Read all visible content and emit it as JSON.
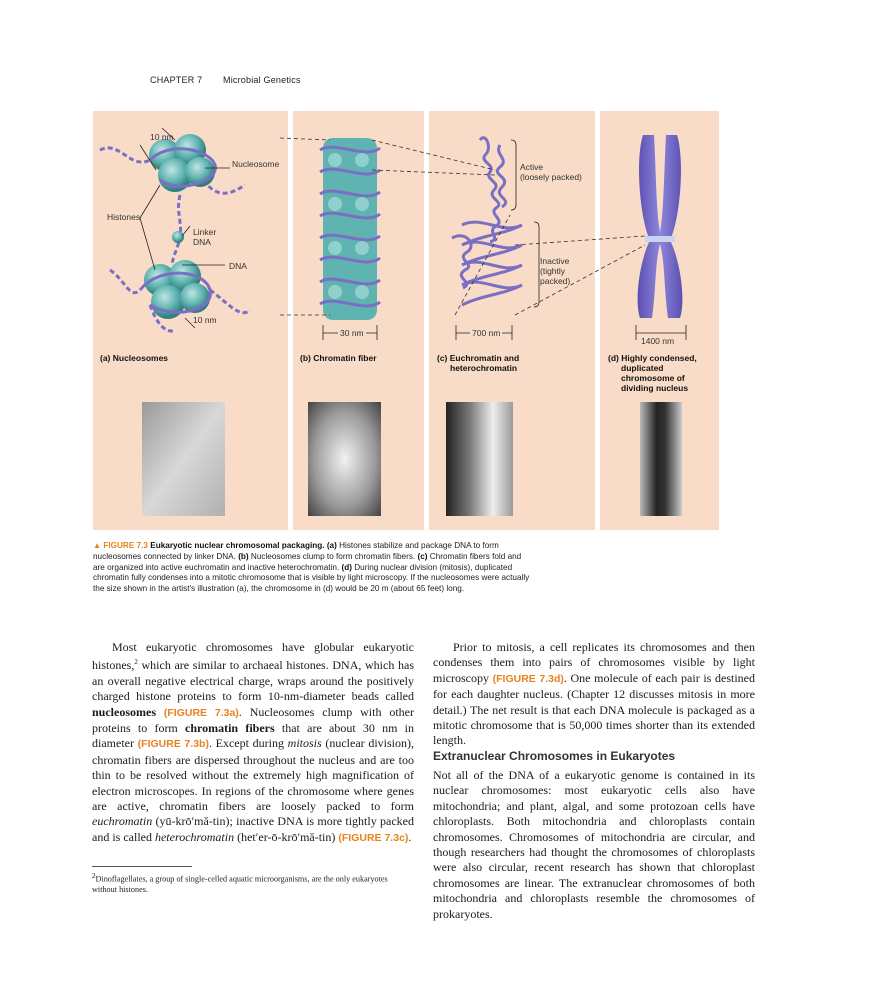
{
  "header": {
    "chapter": "CHAPTER 7",
    "title": "Microbial Genetics"
  },
  "figure": {
    "labels": {
      "a_top_10nm": "10 nm",
      "nucleosome": "Nucleosome",
      "histones": "Histones",
      "linker_1": "Linker",
      "linker_2": "DNA",
      "dna": "DNA",
      "a_bottom_10nm": "10 nm",
      "b_30nm": "30 nm",
      "c_700nm": "700 nm",
      "active_1": "Active",
      "active_2": "(loosely packed)",
      "inactive_1": "Inactive",
      "inactive_2": "(tightly",
      "inactive_3": "packed)",
      "d_1400nm": "1400 nm"
    },
    "panels": {
      "a": "(a) Nucleosomes",
      "b": "(b) Chromatin fiber",
      "c_1": "(c) Euchromatin and",
      "c_2": "heterochromatin",
      "d_1": "(d) Highly condensed,",
      "d_2": "duplicated",
      "d_3": "chromosome of",
      "d_4": "dividing nucleus"
    },
    "caption": {
      "number": "▲ FIGURE 7.3",
      "title": "Eukaryotic nuclear chromosomal packaging.",
      "a": "(a)",
      "t1": " Histones stabilize and package DNA to form nucleosomes connected by linker DNA. ",
      "b": "(b)",
      "t2": " Nucleosomes clump to form chromatin fibers. ",
      "c": "(c)",
      "t3": " Chromatin fibers fold and are organized into active euchromatin and inactive heterochromatin. ",
      "d": "(d)",
      "t4": " During nuclear division (mitosis), duplicated chromatin fully condenses into a mitotic chromosome that is visible by light microscopy. If the nucleosomes were actually the size shown in the artist's illustration (a), the chromosome in (d) would be 20 m (about 65 feet) long."
    }
  },
  "body": {
    "left": {
      "s1": "Most eukaryotic chromosomes have globular eukaryotic histones,",
      "sup": "2",
      "s2": " which are similar to archaeal histones. DNA, which has an overall negative electrical charge, wraps around the positively charged histone proteins to form 10-nm-diameter beads called ",
      "nucleosomes": "nucleosomes",
      "ref_a": "(FIGURE 7.3a)",
      "s3": ". Nucleosomes clump with other proteins to form ",
      "fibers": "chromatin fibers",
      "s4": " that are about 30 nm in diameter ",
      "ref_b": "(FIGURE 7.3b)",
      "s5": ". Except during ",
      "mitosis": "mitosis",
      "s6": " (nuclear division), chromatin fibers are dispersed throughout the nucleus and are too thin to be resolved without the extremely high magnification of electron microscopes. In regions of the chromosome where genes are active, chromatin fibers are loosely packed to form ",
      "euchromatin": "euchromatin",
      "s7": " (yū-krō′mă-tin); inactive DNA is more tightly packed and is called ",
      "heterochromatin": "heterochromatin",
      "s8": " (het′er-ō-krō′mă-tin) ",
      "ref_c": "(FIGURE 7.3c)",
      "s9": "."
    },
    "right": {
      "s1": "Prior to mitosis, a cell replicates its chromosomes and then condenses them into pairs of chromosomes visible by light microscopy ",
      "ref_d": "(FIGURE 7.3d)",
      "s2": ". One molecule of each pair is destined for each daughter nucleus. (Chapter 12 discusses mitosis in more detail.) The net result is that each DNA molecule is packaged as a mitotic chromosome that is 50,000 times shorter than its extended length."
    },
    "subhead": "Extranuclear Chromosomes in Eukaryotes",
    "right2": "Not all of the DNA of a eukaryotic genome is contained in its nuclear chromosomes: most eukaryotic cells also have mitochondria; and plant, algal, and some protozoan cells have chloroplasts. Both mitochondria and chloroplasts contain chromosomes. Chromosomes of mitochondria are circular, and though researchers had thought the chromosomes of chloroplasts were also circular, recent research has shown that chloroplast chromosomes are linear. The extranuclear chromosomes of both mitochondria and chloroplasts resemble the chromosomes of prokaryotes.",
    "footnote_sup": "2",
    "footnote": "Dinoflagellates, a group of single-celled aquatic microorganisms, are the only eukaryotes without histones."
  },
  "colors": {
    "panel": "#f8dcc8",
    "accent": "#e8821e",
    "histone": "#5fb3b0",
    "dna": "#7a6fc4"
  }
}
